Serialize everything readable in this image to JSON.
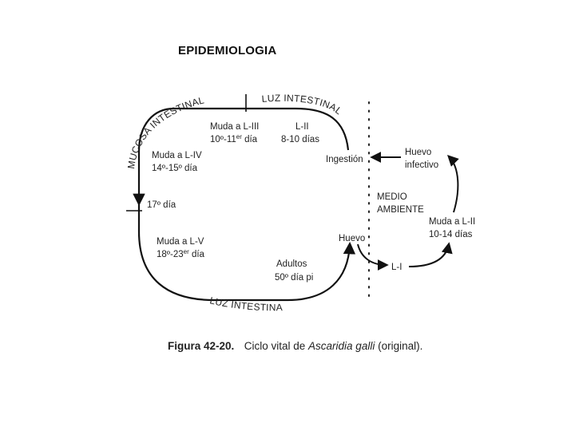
{
  "page_title": "EPIDEMIOLOGIA",
  "diagram": {
    "arc_labels": {
      "mucosa_intestinal": "MUCOSA INTESTINAL",
      "luz_intestinal_top": "LUZ INTESTINAL",
      "luz_intestinal_bottom": "LUZ INTESTINAL"
    },
    "stages": {
      "muda_l3": {
        "line1": "Muda a L-III",
        "line2_prefix": "10º-11",
        "line2_sup": "er",
        "line2_suffix": " día"
      },
      "l2_host": {
        "line1": "L-II",
        "line2": "8-10 días"
      },
      "muda_l4": {
        "line1": "Muda a L-IV",
        "line2": "14º-15º día"
      },
      "day17": "17º día",
      "muda_l5": {
        "line1": "Muda a L-V",
        "line2_prefix": "18º-23",
        "line2_sup": "er",
        "line2_suffix": " día"
      },
      "adultos": {
        "line1": "Adultos",
        "line2": "50º día pi"
      },
      "ingestion": "Ingestión",
      "huevo": "Huevo",
      "huevo_infectivo": {
        "line1": "Huevo",
        "line2": "infectivo"
      },
      "medio_ambiente": {
        "line1": "MEDIO",
        "line2": "AMBIENTE"
      },
      "muda_l2_env": {
        "line1": "Muda a L-II",
        "line2": "10-14 días"
      },
      "l1": "L-I"
    },
    "caption": {
      "number": "Figura 42-20.",
      "text_prefix": "Ciclo vital de ",
      "species": "Ascaridia galli",
      "text_suffix": " (original)."
    }
  }
}
